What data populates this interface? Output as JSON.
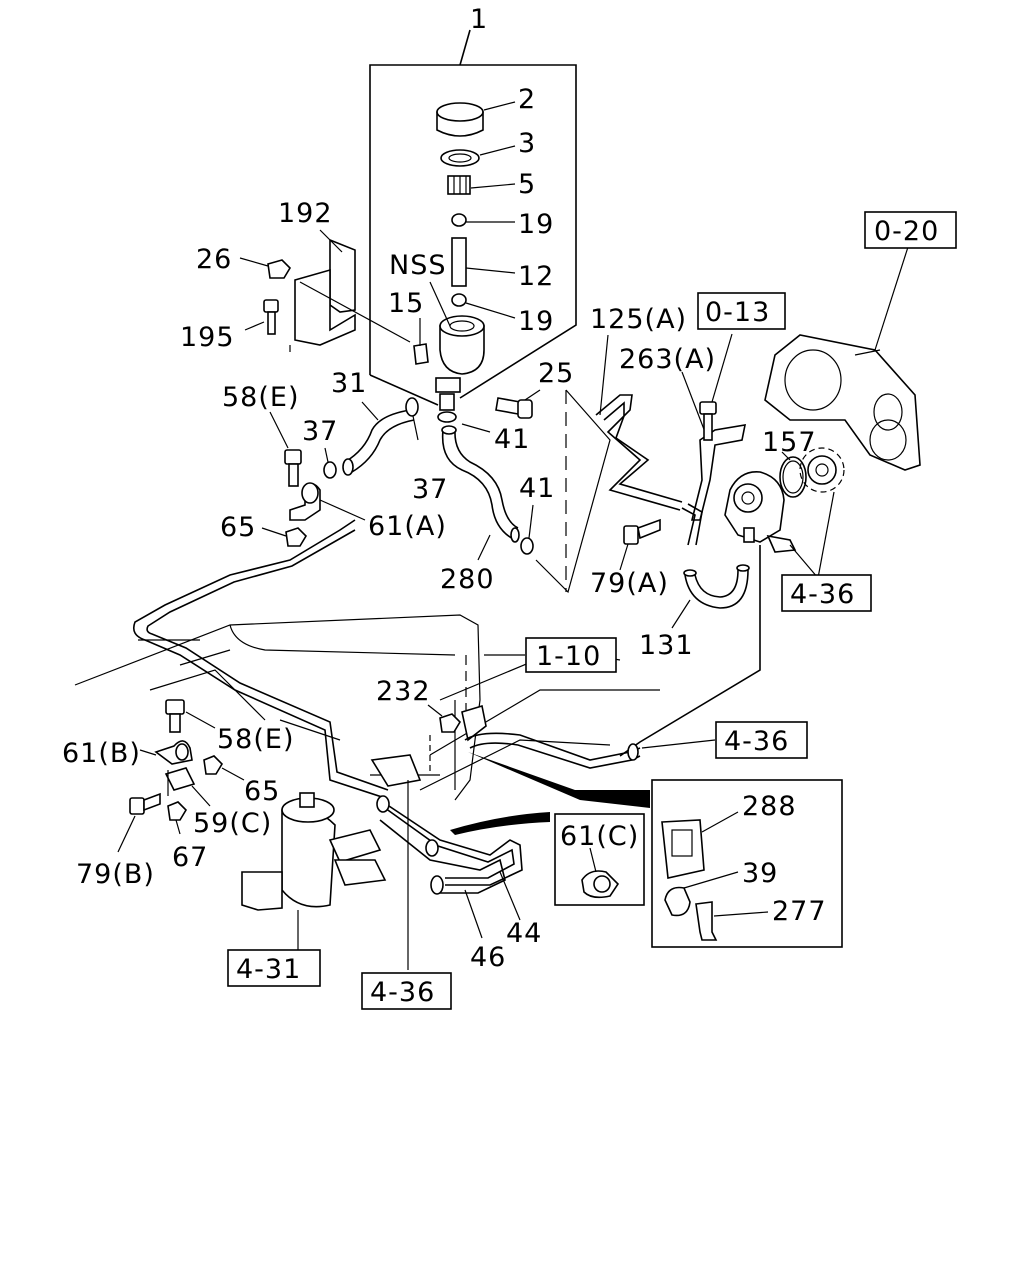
{
  "labels": {
    "l1": "1",
    "l2": "2",
    "l3": "3",
    "l5": "5",
    "l19a": "19",
    "l12": "12",
    "l19b": "19",
    "lnss": "NSS",
    "l15": "15",
    "l192": "192",
    "l26": "26",
    "l195": "195",
    "l31": "31",
    "l58e_top": "58(E)",
    "l37a": "37",
    "l37b": "37",
    "l41a": "41",
    "l41b": "41",
    "l25": "25",
    "l61a": "61(A)",
    "l65a": "65",
    "l280": "280",
    "l125a": "125(A)",
    "l263a": "263(A)",
    "l157": "157",
    "l79a": "79(A)",
    "l131": "131",
    "l232": "232",
    "l58e_bot": "58(E)",
    "l61b": "61(B)",
    "l65b": "65",
    "l59c": "59(C)",
    "l79b": "79(B)",
    "l67": "67",
    "l44": "44",
    "l46": "46",
    "l288": "288",
    "l39": "39",
    "l277": "277",
    "l61c": "61(C)"
  },
  "refs": {
    "r020": "0-20",
    "r013": "0-13",
    "r436a": "4-36",
    "r110": "1-10",
    "r436b": "4-36",
    "r431": "4-31",
    "r436c": "4-36"
  }
}
